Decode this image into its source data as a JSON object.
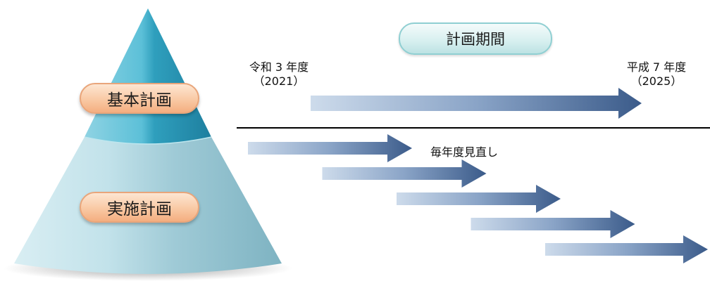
{
  "pyramid": {
    "top_label": "基本計画",
    "bottom_label": "実施計画"
  },
  "period": {
    "label": "計画期間",
    "start_label": "令和 3 年度",
    "start_year": "（2021）",
    "end_label": "平成 7 年度",
    "end_year": "（2025）"
  },
  "annual_review": {
    "label": "毎年度見直し",
    "arrow_count": 5
  },
  "colors": {
    "cone_top": "#35a9c4",
    "cone_bottom": "#a9d3dd",
    "arrow_light": "#c9d8ea",
    "arrow_dark": "#3f5f8c",
    "divider": "#000000"
  }
}
